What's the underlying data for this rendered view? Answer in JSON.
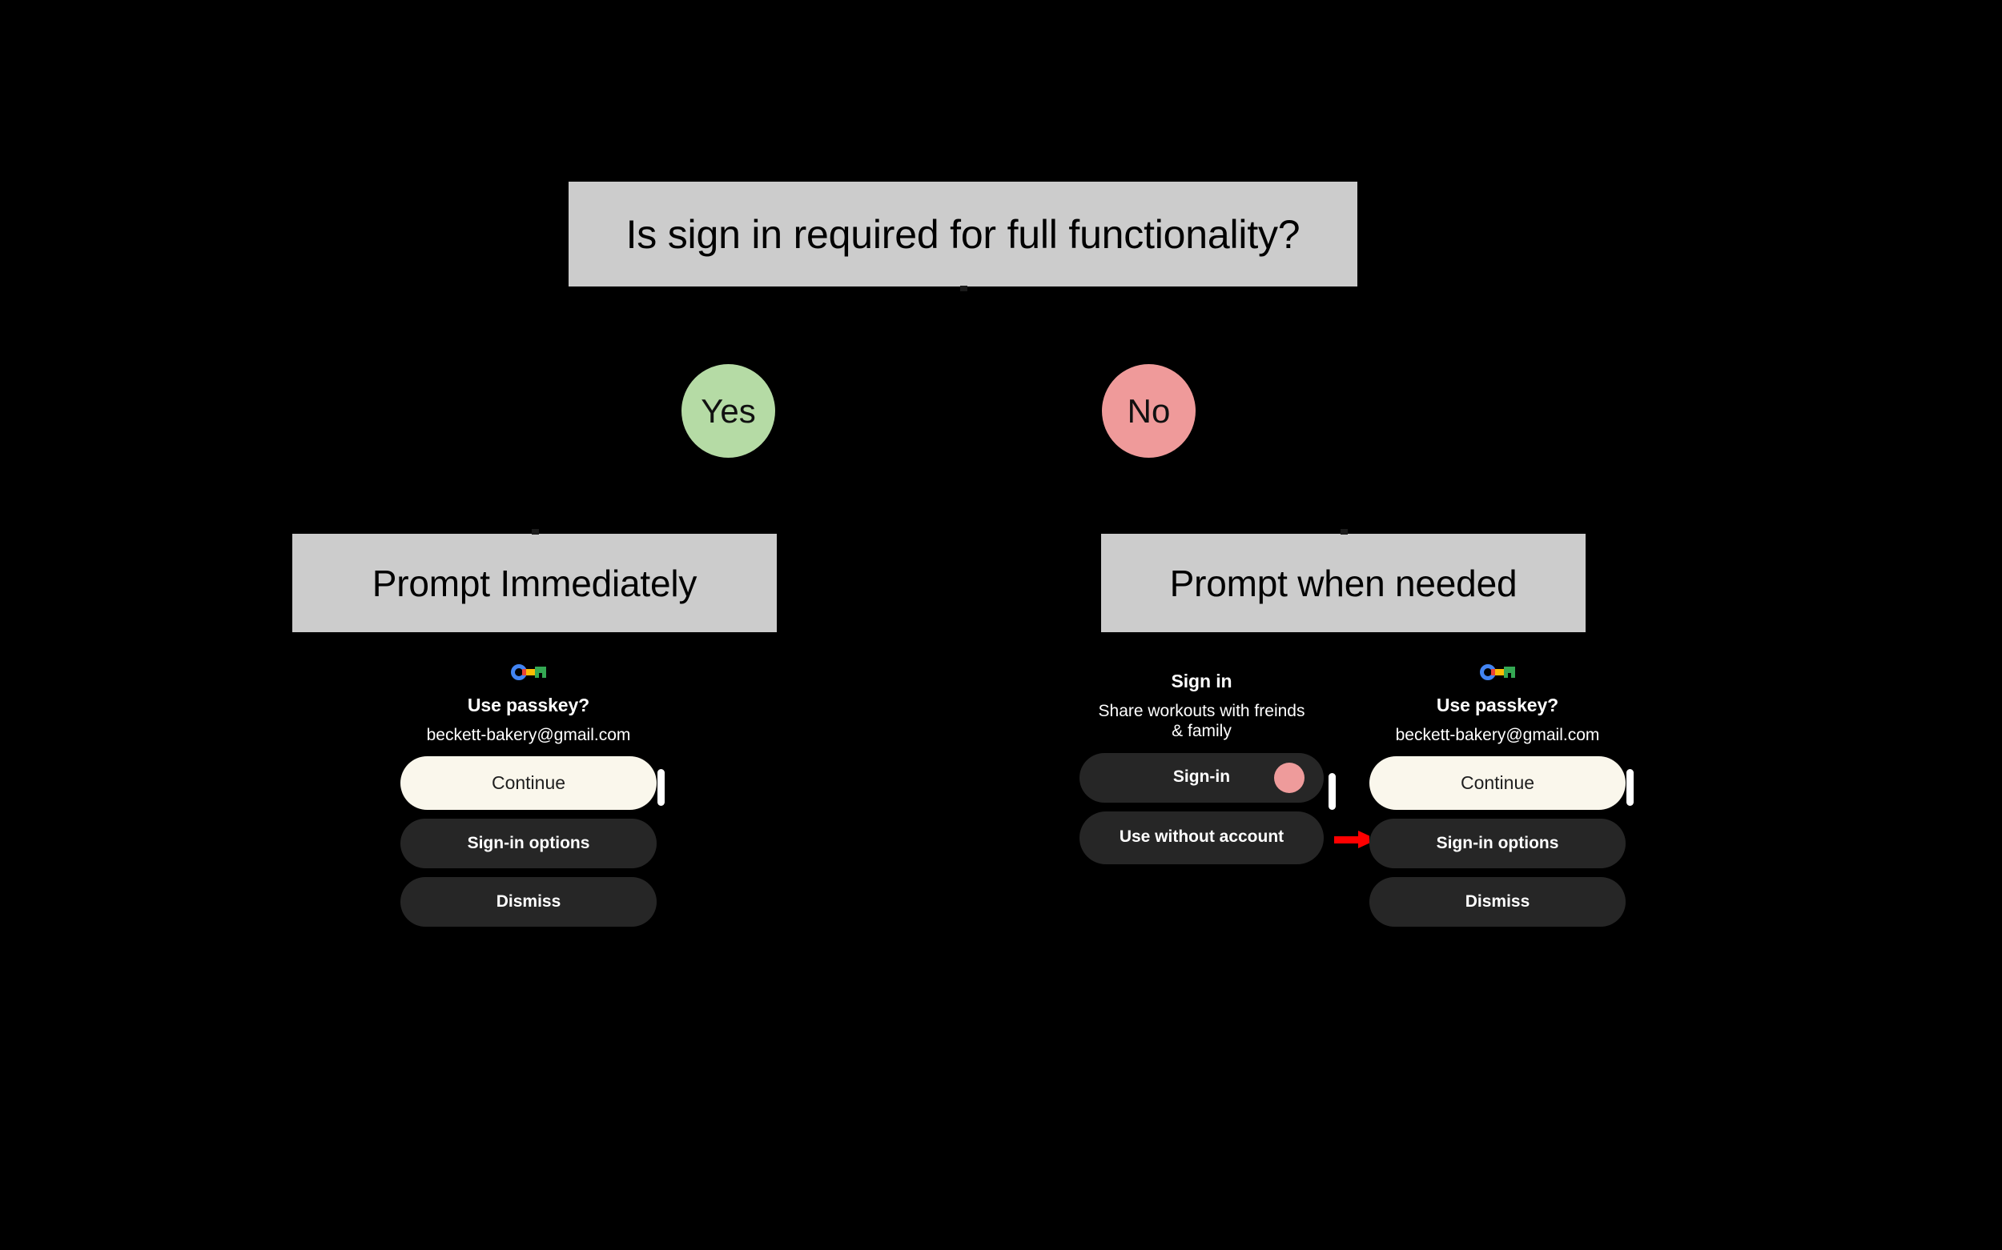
{
  "flow": {
    "question": {
      "label": "Is sign in required for full functionality?"
    },
    "branches": [
      {
        "decision": "Yes",
        "result": "Prompt Immediately"
      },
      {
        "decision": "No",
        "result": "Prompt when needed"
      }
    ],
    "colors": {
      "box_fill": "#cccccc",
      "yes_circle": "#b5dba5",
      "no_circle": "#ef9a9a",
      "arrow": "#ff0000"
    }
  },
  "mockups": {
    "left": {
      "icon": "google-passkey-icon",
      "title": "Use passkey?",
      "subtitle": "beckett-bakery@gmail.com",
      "buttons": [
        {
          "label": "Continue",
          "style": "primary"
        },
        {
          "label": "Sign-in options",
          "style": "secondary"
        },
        {
          "label": "Dismiss",
          "style": "secondary"
        }
      ]
    },
    "middle": {
      "title": "Sign in",
      "subtitle": "Share workouts with freinds & family",
      "buttons": [
        {
          "label": "Sign-in",
          "style": "secondary",
          "dot": "#ee9b9b"
        },
        {
          "label": "Use without account",
          "style": "secondary"
        }
      ]
    },
    "right": {
      "icon": "google-passkey-icon",
      "title": "Use passkey?",
      "subtitle": "beckett-bakery@gmail.com",
      "buttons": [
        {
          "label": "Continue",
          "style": "primary"
        },
        {
          "label": "Sign-in options",
          "style": "secondary"
        },
        {
          "label": "Dismiss",
          "style": "secondary"
        }
      ]
    }
  }
}
